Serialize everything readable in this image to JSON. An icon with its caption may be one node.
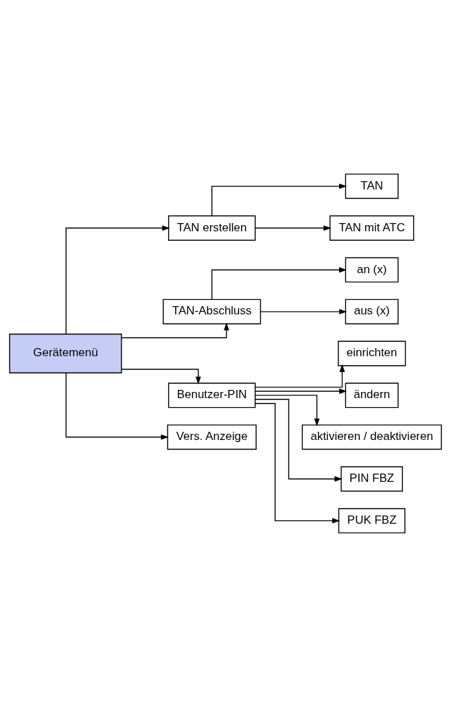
{
  "diagram": {
    "nodes": [
      {
        "text": [
          "Gerätemenü"
        ]
      },
      {
        "text": [
          "TAN erstellen"
        ]
      },
      {
        "text": [
          "TAN"
        ]
      },
      {
        "text": [
          "TAN mit ATC"
        ]
      },
      {
        "text": [
          "TAN-Abschluss"
        ]
      },
      {
        "text": [
          "an (x)"
        ]
      },
      {
        "text": [
          "aus (x)"
        ]
      },
      {
        "text": [
          "Benutzer-PIN"
        ]
      },
      {
        "text": [
          "einrichten"
        ]
      },
      {
        "text": [
          "ändern"
        ]
      },
      {
        "text": [
          "aktivieren / deaktivieren"
        ]
      },
      {
        "text": [
          "PIN FBZ"
        ]
      },
      {
        "text": [
          "PUK FBZ"
        ]
      },
      {
        "text": [
          "Vers. Anzeige"
        ]
      }
    ],
    "edges": [
      {
        "from": 0,
        "to": 1,
        "arrow": "to"
      },
      {
        "from": 1,
        "to": 2,
        "arrow": "to"
      },
      {
        "from": 1,
        "to": 3,
        "arrow": "to"
      },
      {
        "from": 0,
        "to": 4,
        "arrow": "to"
      },
      {
        "from": 4,
        "to": 5,
        "arrow": "to"
      },
      {
        "from": 4,
        "to": 6,
        "arrow": "to"
      },
      {
        "from": 0,
        "to": 7,
        "arrow": "to"
      },
      {
        "from": 7,
        "to": 8,
        "arrow": "to"
      },
      {
        "from": 7,
        "to": 9,
        "arrow": "to"
      },
      {
        "from": 7,
        "to": 10,
        "arrow": "to"
      },
      {
        "from": 7,
        "to": 11,
        "arrow": "to"
      },
      {
        "from": 7,
        "to": 12,
        "arrow": "to"
      },
      {
        "from": 0,
        "to": 13,
        "arrow": "to"
      }
    ]
  }
}
